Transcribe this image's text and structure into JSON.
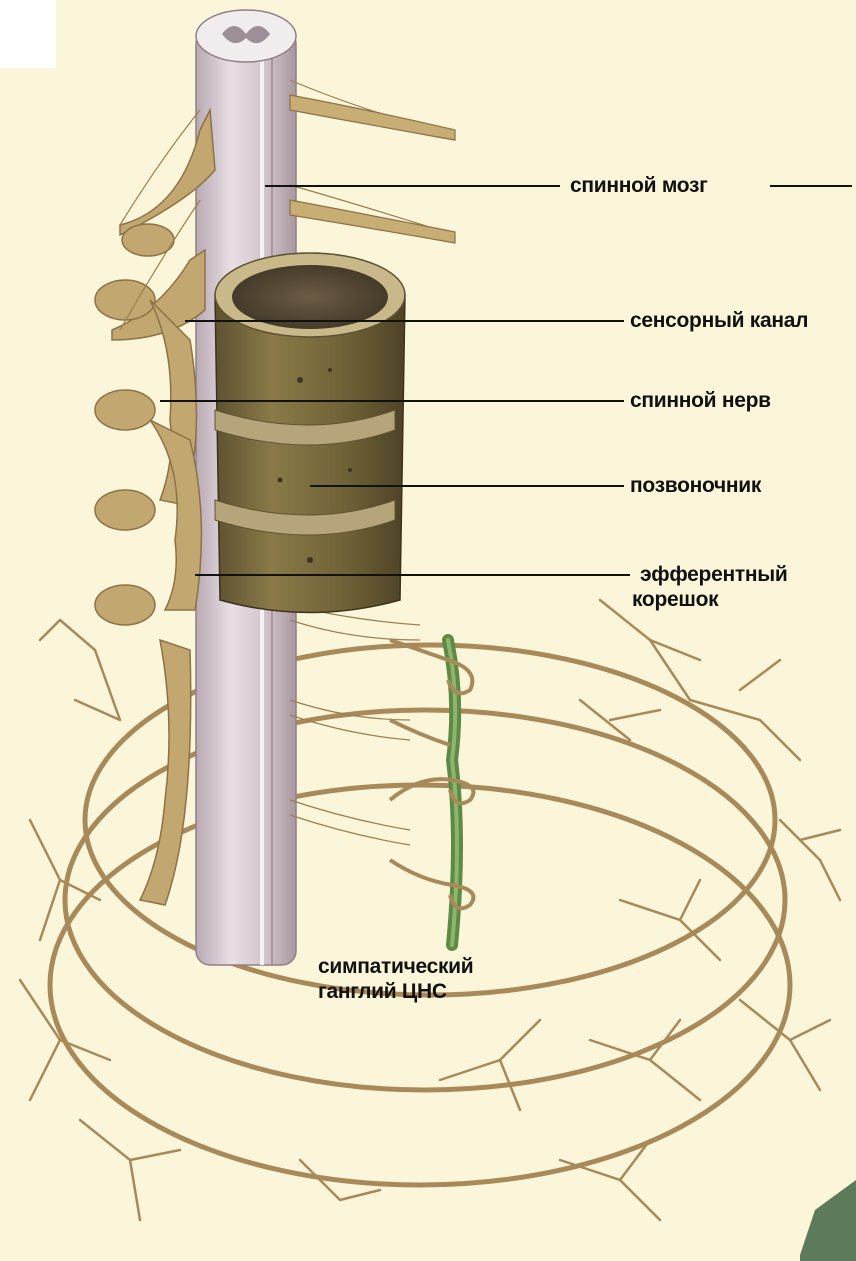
{
  "labels": {
    "spinal_cord": "спинной мозг",
    "sensory_canal": "сенсорный канал",
    "spinal_nerve": "спинной нерв",
    "vertebra": "позвоночник",
    "efferent_root_line1": "эфферентный",
    "efferent_root_line2": "корешок",
    "ganglion_line1": "симпатический",
    "ganglion_line2": "ганглий ЦНС"
  },
  "colors": {
    "background": "#fbf6da",
    "spinal_cord": "#d8cbd3",
    "nerve": "#a88a5a",
    "vertebra_body": "#7a6b3e",
    "sympathetic_trunk": "#5d8a45",
    "leader_line": "#111111"
  }
}
